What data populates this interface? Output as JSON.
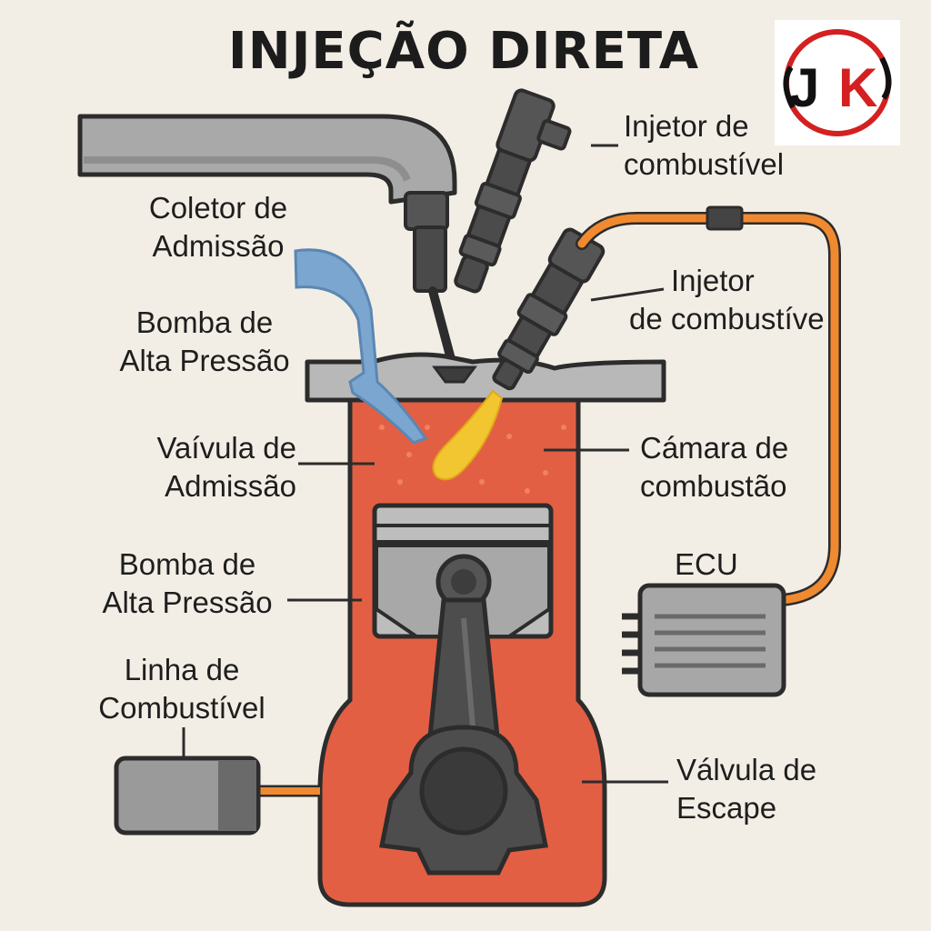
{
  "title": "INJEÇÃO DIRETA",
  "logo": {
    "left_letter": "J",
    "right_letter": "K",
    "ring_color": "#d42020"
  },
  "labels": {
    "coletor": [
      "Coletor de",
      "Admissão"
    ],
    "bomba_top": [
      "Bomba de",
      "Alta Pressão"
    ],
    "valvula_admissao": [
      "Vaívula de",
      "Admissão"
    ],
    "bomba_mid": [
      "Bomba de",
      "Alta Pressão"
    ],
    "linha": [
      "Linha de",
      "Combustível"
    ],
    "injetor_top": [
      "Injetor de",
      "combustível"
    ],
    "injetor_mid": [
      "Injetor",
      "de combustíve"
    ],
    "camara": [
      "Cámara de",
      "combustão"
    ],
    "ecu": "ECU",
    "valvula_escape": [
      "Válvula de",
      "Escape"
    ]
  },
  "colors": {
    "background": "#f3eee5",
    "cylinder": "#e35f43",
    "cylinder_outline": "#2c2c2c",
    "metal": "#a9a9a9",
    "intake_port": "#7aa6d0",
    "fuel_line": "#f08a30",
    "spray": "#f2c631"
  }
}
